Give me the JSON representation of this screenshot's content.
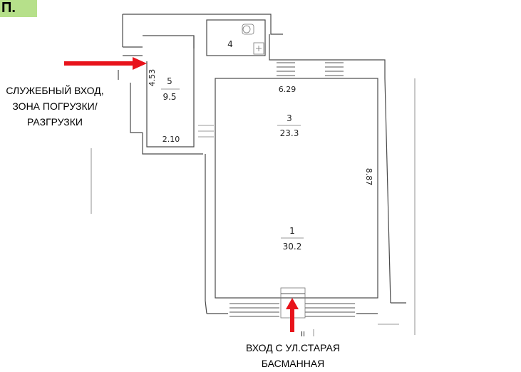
{
  "corner_tag": {
    "text": "П.",
    "accent_color": "#b6e08a"
  },
  "arrow_color": "#e8131b",
  "rooms": [
    {
      "number": "5",
      "area": "9.5"
    },
    {
      "number": "3",
      "area": "23.3"
    },
    {
      "number": "1",
      "area": "30.2"
    },
    {
      "number": "4"
    }
  ],
  "dimensions": {
    "room5_height": "4.53",
    "room5_width": "2.10",
    "top_width": "6.29",
    "side_length": "8.87",
    "door_mark": "II"
  },
  "labels": {
    "service_entrance_line1": "СЛУЖЕБНЫЙ ВХОД,",
    "service_entrance_line2": "ЗОНА ПОГРУЗКИ/",
    "service_entrance_line3": "РАЗГРУЗКИ",
    "main_entrance_line1": "ВХОД С УЛ.СТАРАЯ",
    "main_entrance_line2": "БАСМАННАЯ"
  }
}
